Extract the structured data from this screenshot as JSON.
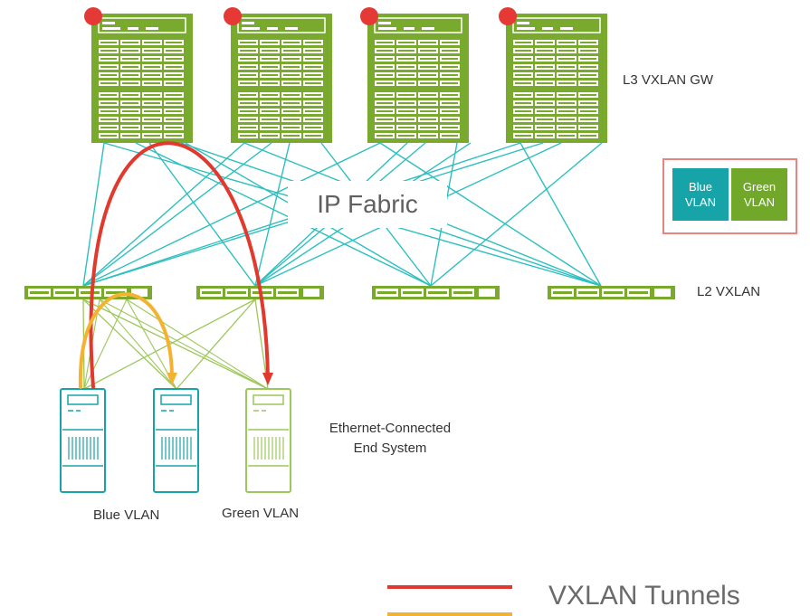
{
  "labels": {
    "l3_gateway": "L3 VXLAN GW",
    "l2_vxlan": "L2 VXLAN",
    "ip_fabric": "IP Fabric",
    "end_system": "Ethernet-Connected\nEnd System",
    "blue_vlan_caption": "Blue VLAN",
    "green_vlan_caption": "Green VLAN"
  },
  "vlan_legend": {
    "blue": "Blue\nVLAN",
    "green": "Green\nVLAN"
  },
  "tunnel_legend": {
    "label": "VXLAN Tunnels"
  },
  "colors": {
    "switch_green": "#7aaa2d",
    "fabric_teal": "#2ebfbf",
    "access_green": "#9cc75a",
    "blue_vlan": "#16a4a8",
    "green_vlan": "#72a82a",
    "tunnel_red": "#e2392f",
    "tunnel_orange": "#f4b233",
    "status_dot": "#e53935"
  }
}
